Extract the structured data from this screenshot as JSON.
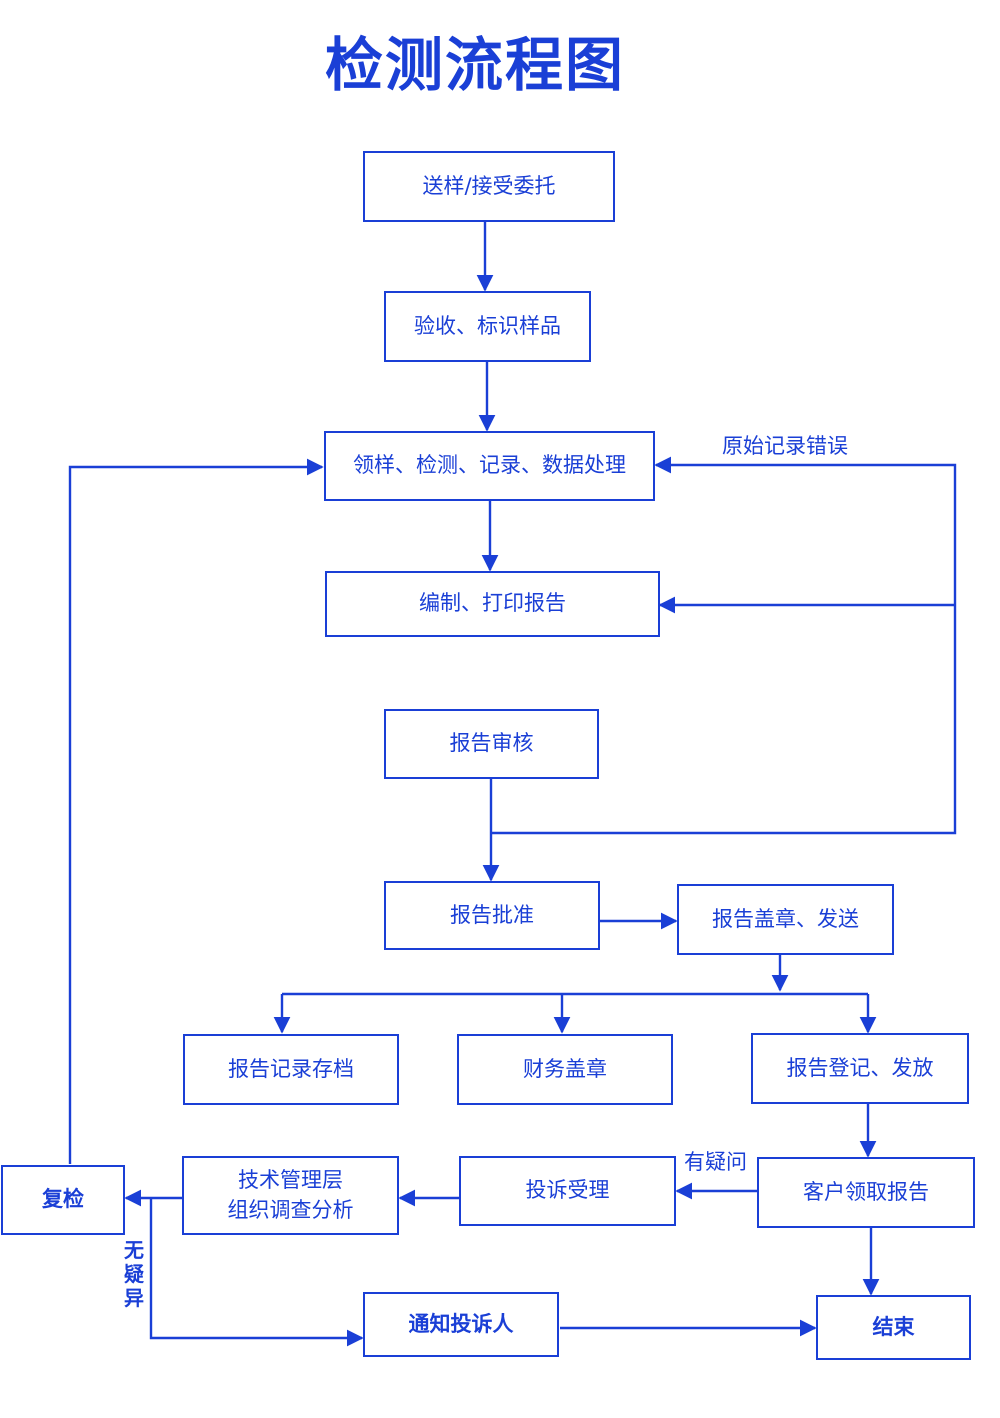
{
  "title": "检测流程图",
  "colors": {
    "primary": "#1a3fd6",
    "background": "#ffffff"
  },
  "nodes": {
    "sample_delivery": "送样/接受委托",
    "acceptance": "验收、标识样品",
    "testing": "领样、检测、记录、数据处理",
    "report_prep": "编制、打印报告",
    "report_review": "报告审核",
    "report_approval": "报告批准",
    "report_seal_send": "报告盖章、发送",
    "report_archive": "报告记录存档",
    "finance_seal": "财务盖章",
    "report_register": "报告登记、发放",
    "customer_collect": "客户领取报告",
    "complaint_accept": "投诉受理",
    "tech_mgmt_line1": "技术管理层",
    "tech_mgmt_line2": "组织调查分析",
    "retest": "复检",
    "notify_complainant": "通知投诉人",
    "end": "结束"
  },
  "edge_labels": {
    "record_error": "原始记录错误",
    "has_doubt": "有疑问",
    "no_doubt": "无疑异"
  }
}
